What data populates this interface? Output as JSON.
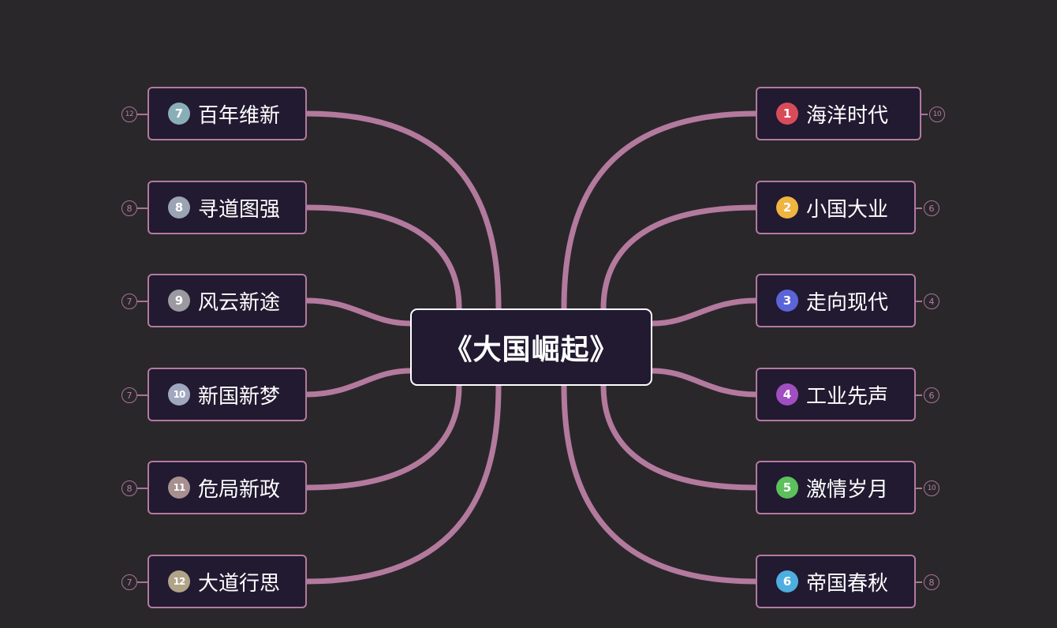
{
  "central": {
    "label": "《大国崛起》"
  },
  "colors": {
    "link": "#b37a9e",
    "node_bg": "#211a31",
    "background": "#2a272b"
  },
  "right_branches": [
    {
      "num": "1",
      "label": "海洋时代",
      "count": "10",
      "badge_color": "#d84c5a"
    },
    {
      "num": "2",
      "label": "小国大业",
      "count": "6",
      "badge_color": "#f0b440"
    },
    {
      "num": "3",
      "label": "走向现代",
      "count": "4",
      "badge_color": "#5b64d8"
    },
    {
      "num": "4",
      "label": "工业先声",
      "count": "6",
      "badge_color": "#a04ec0"
    },
    {
      "num": "5",
      "label": "激情岁月",
      "count": "10",
      "badge_color": "#5cc05c"
    },
    {
      "num": "6",
      "label": "帝国春秋",
      "count": "8",
      "badge_color": "#4eaee0"
    }
  ],
  "left_branches": [
    {
      "num": "7",
      "label": "百年维新",
      "count": "12",
      "badge_color": "#8aaeb8"
    },
    {
      "num": "8",
      "label": "寻道图强",
      "count": "8",
      "badge_color": "#9aa4b2"
    },
    {
      "num": "9",
      "label": "风云新途",
      "count": "7",
      "badge_color": "#9a9aa0"
    },
    {
      "num": "10",
      "label": "新国新梦",
      "count": "7",
      "badge_color": "#a0a8c0"
    },
    {
      "num": "11",
      "label": "危局新政",
      "count": "8",
      "badge_color": "#a89090"
    },
    {
      "num": "12",
      "label": "大道行思",
      "count": "7",
      "badge_color": "#b0a488"
    }
  ]
}
